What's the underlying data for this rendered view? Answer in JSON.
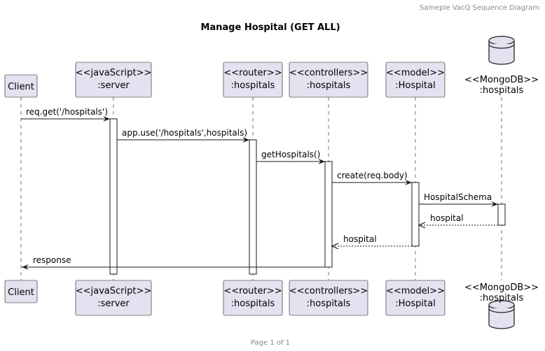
{
  "header": "Sameple VacQ Sequence Diagram",
  "title": "Manage Hospital (GET ALL)",
  "footer": "Page 1 of 1",
  "participants": [
    {
      "id": "client",
      "lines": [
        "Client"
      ],
      "kind": "box"
    },
    {
      "id": "server",
      "lines": [
        "<<javaScript>>",
        ":server"
      ],
      "kind": "box"
    },
    {
      "id": "router",
      "lines": [
        "<<router>>",
        ":hospitals"
      ],
      "kind": "box"
    },
    {
      "id": "controllers",
      "lines": [
        "<<controllers>>",
        ":hospitals"
      ],
      "kind": "box"
    },
    {
      "id": "model",
      "lines": [
        "<<model>>",
        ":Hospital"
      ],
      "kind": "box"
    },
    {
      "id": "mongodb",
      "lines": [
        "<<MongoDB>>",
        ":hospitals"
      ],
      "kind": "database"
    }
  ],
  "messages": [
    {
      "from": "client",
      "to": "server",
      "label": "req.get('/hospitals')",
      "style": "solid"
    },
    {
      "from": "server",
      "to": "router",
      "label": "app.use('/hospitals',hospitals)",
      "style": "solid"
    },
    {
      "from": "router",
      "to": "controllers",
      "label": "getHospitals()",
      "style": "solid"
    },
    {
      "from": "controllers",
      "to": "model",
      "label": "create(req.body)",
      "style": "solid"
    },
    {
      "from": "model",
      "to": "mongodb",
      "label": "HospitalSchema",
      "style": "solid"
    },
    {
      "from": "mongodb",
      "to": "model",
      "label": "hospital",
      "style": "dashed"
    },
    {
      "from": "model",
      "to": "controllers",
      "label": "hospital",
      "style": "dashed"
    },
    {
      "from": "controllers",
      "to": "client",
      "label": "response",
      "style": "solid"
    }
  ],
  "colors": {
    "participant_fill": "#E2E2F0",
    "line": "#181818",
    "header_text": "#888888"
  }
}
